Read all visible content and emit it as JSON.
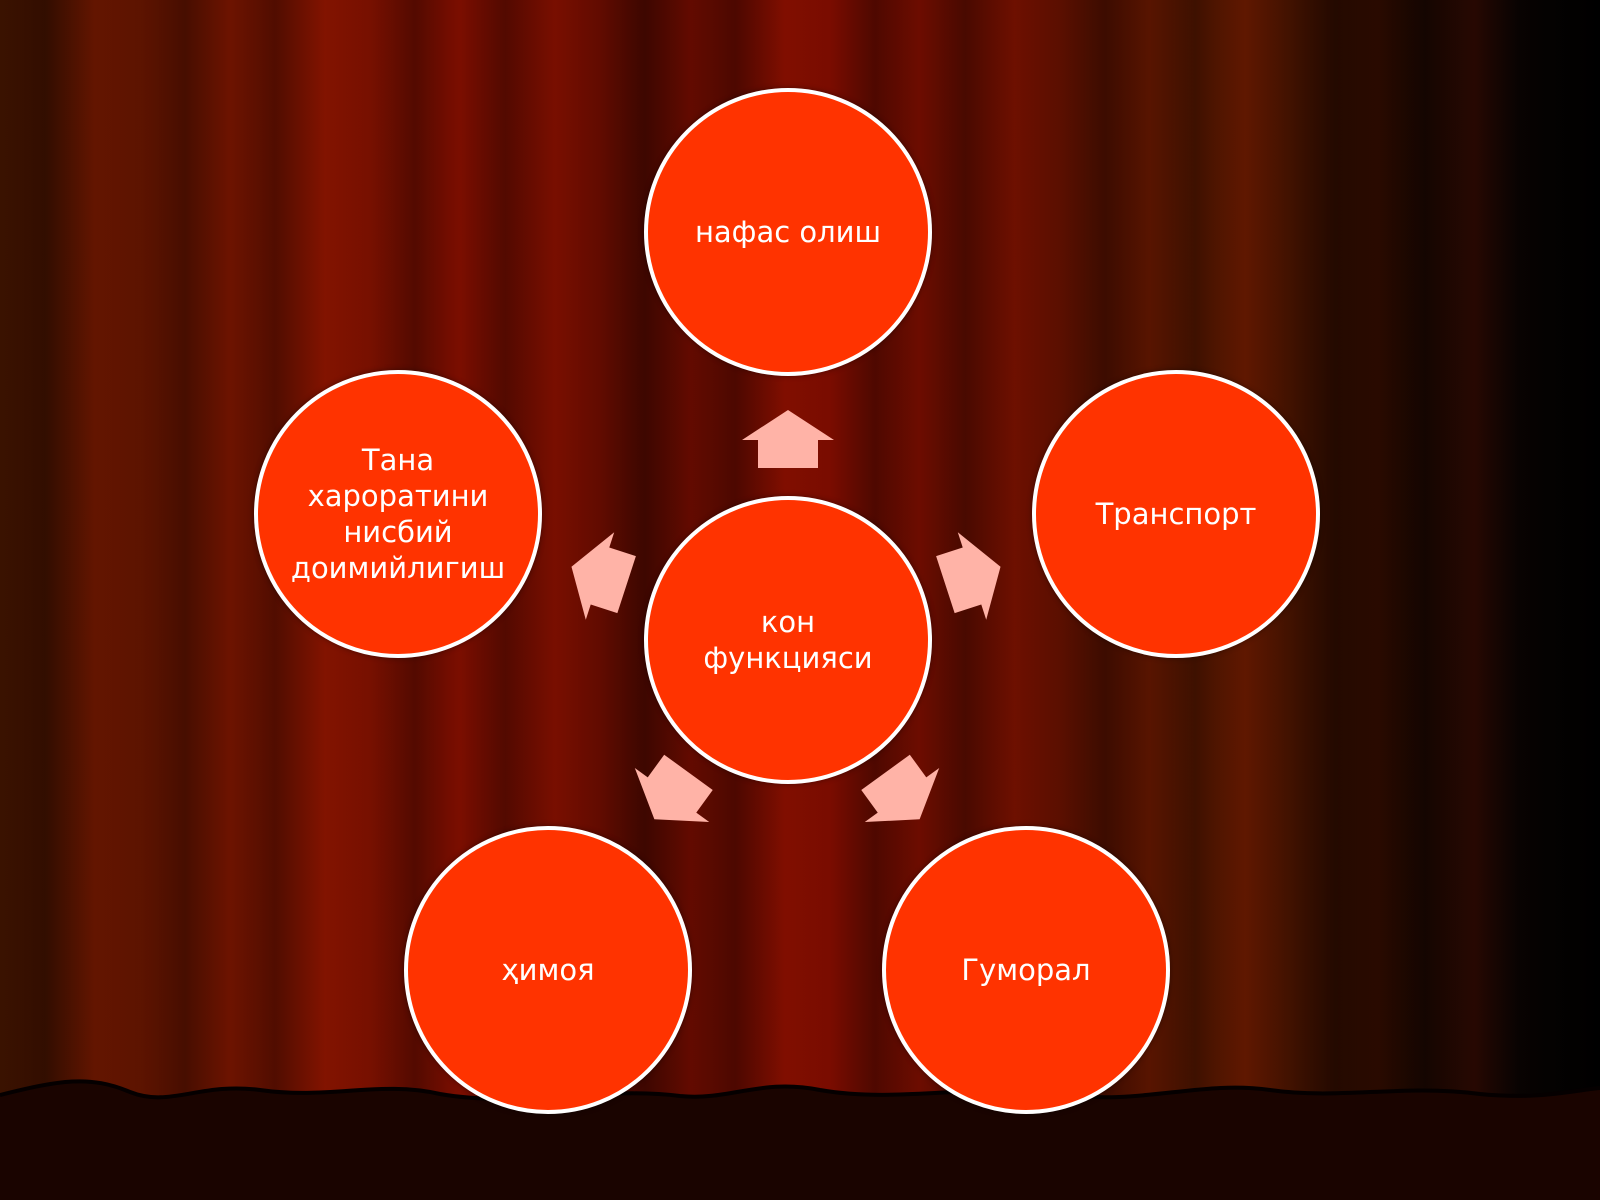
{
  "diagram": {
    "center": {
      "label": "кон функцияси"
    },
    "nodes": [
      {
        "id": "top",
        "label": "нафас олиш"
      },
      {
        "id": "right",
        "label": "Транспорт"
      },
      {
        "id": "bottom-right",
        "label": "Гуморал"
      },
      {
        "id": "bottom-left",
        "label": "ҳимоя"
      },
      {
        "id": "left",
        "label": "Тана хароратини нисбий доимийлигиш"
      }
    ]
  },
  "colors": {
    "node_fill": "#ff3300",
    "node_border": "#ffffff",
    "arrow_fill": "#ffb3a7",
    "curtain": "#7d0e00"
  }
}
